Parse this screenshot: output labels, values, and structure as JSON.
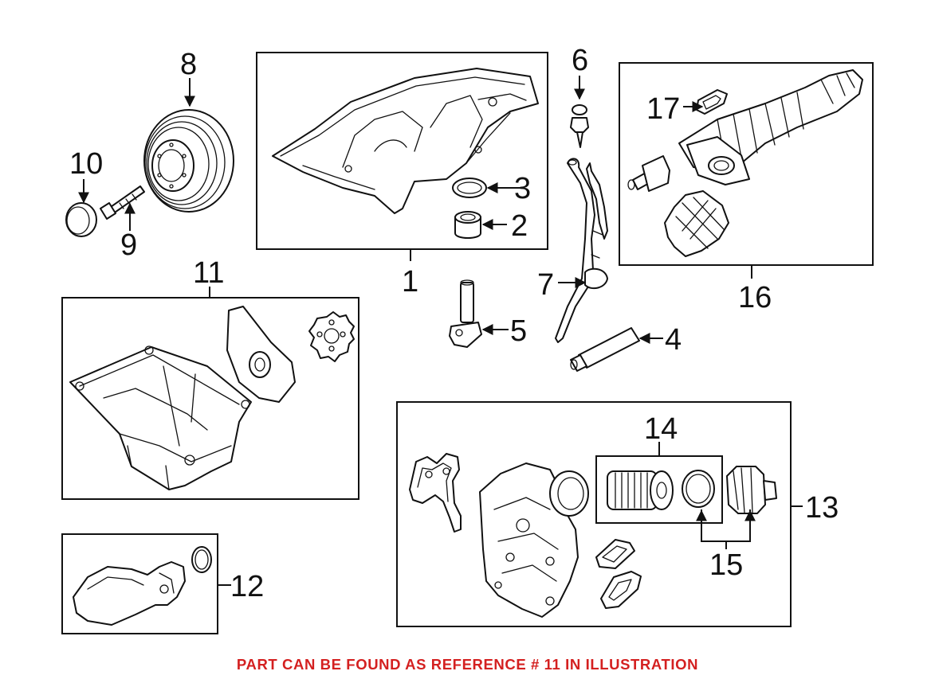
{
  "callouts": {
    "c1": "1",
    "c2": "2",
    "c3": "3",
    "c4": "4",
    "c5": "5",
    "c6": "6",
    "c7": "7",
    "c8": "8",
    "c9": "9",
    "c10": "10",
    "c11": "11",
    "c12": "12",
    "c13": "13",
    "c14": "14",
    "c15": "15",
    "c16": "16",
    "c17": "17"
  },
  "footer": {
    "note": "PART CAN BE FOUND AS REFERENCE # 11 IN ILLUSTRATION",
    "color": "#d42020"
  }
}
